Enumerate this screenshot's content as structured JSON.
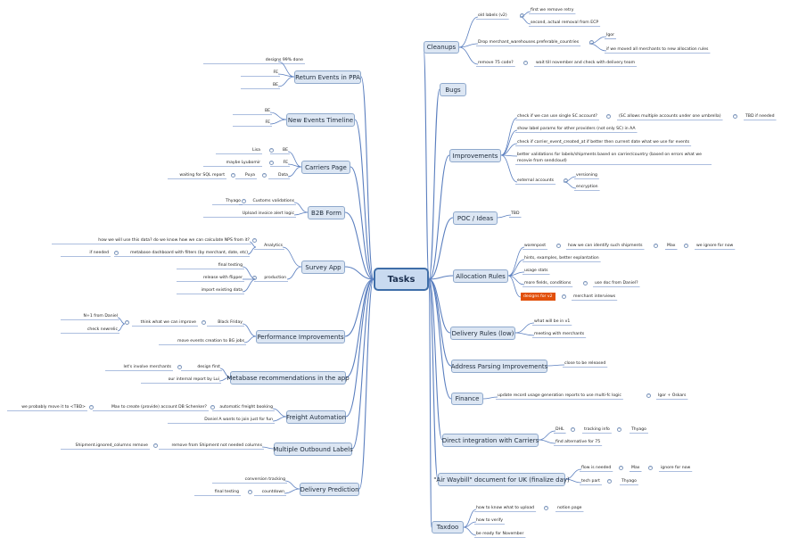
{
  "central": "Tasks",
  "branches": {
    "cleanups": "Cleanups",
    "bugs": "Bugs",
    "improvements": "Improvements",
    "poc": "POC / Ideas",
    "allocation": "Allocation Rules",
    "delivery_rules": "Delivery Rules (low)",
    "address": "Address Parsing Improvements",
    "finance": "Finance",
    "direct": "Direct integration with Carriers",
    "awb": "\"Air Waybill\" document for UK (finalize day)",
    "taxdoo": "Taxdoo",
    "return_events": "Return Events in PPA",
    "new_events": "New Events Timeline",
    "carriers_page": "Carriers Page",
    "b2b": "B2B Form",
    "survey": "Survey App",
    "performance": "Performance Improvements",
    "metabase": "Metabase recommendations in the app",
    "freight": "Freight Automation",
    "outbound": "Multiple Outbound Labels",
    "delivery_pred": "Delivery Prediction"
  },
  "right": {
    "old_labels": "old labels (v2)",
    "first_remove_retry": "first we remove retry",
    "second_removal": "second, actual removal from ECP",
    "drop_merchant": "Drop merchant_warehouses.preferable_countries",
    "igor": "Igor",
    "if_moved": "if we moved all merchants to new allocation rules",
    "remove_75": "remove 75 code?",
    "wait_till": "wait till november and check with delivery team",
    "check_single_sc": "check if we can use single SC account?",
    "sc_allows": "(SC allows multiple accounts under one umbrella)",
    "tbd_if_needed": "TBD if needed",
    "show_label_params": "show label params for other providers (not only SC) in AA",
    "check_carrier_event": "check if carrier_event_created_at if better then current date what we use for events",
    "better_validations": "better validations for labels/shipments based on carrier/country (based on errors what we recevie from sendcloud)",
    "external_accounts": "external accounts",
    "versioning": "versioning",
    "encryption": "encryption",
    "tbd": "TBD",
    "warenpost": "warenpost",
    "how_identify": "how we can identify such shipments",
    "max1": "Max",
    "we_ignore": "we ignore for now",
    "hints": "hints, examples, better explantation",
    "usage_stats": "usage stats",
    "more_fields": "more fields, conditions",
    "use_doc_daniel": "use doc from Daniel?",
    "designs_v2": "designs for v2",
    "merchant_interviews": "merchant interviews",
    "what_in_v1": "what will be in v1",
    "meeting_merchants": "meeting with merchants",
    "close_released": "close to be released",
    "update_record": "update record usage generation reports to use multi-fc logic",
    "igor_oskars": "Igor + Oskars",
    "dhl": "DHL",
    "tracking_info": "tracking info",
    "thyago1": "Thyago",
    "find_alt_75": "find alternative for 75",
    "flow_needed": "flow is needed",
    "max2": "Max",
    "ignore_now": "ignore for now",
    "tech_part": "tech part",
    "thyago2": "Thyago",
    "how_to_know": "how to know what to upload",
    "notion_page": "notion page",
    "how_verify": "how to verify",
    "be_ready": "be ready for November"
  },
  "left": {
    "designs_99": "designs 99% done",
    "fe1": "FE",
    "be1": "BE",
    "be2": "BE",
    "fe2": "FE",
    "lisa": "Lisa",
    "be3": "BE",
    "maybe_lyubomir": "maybe Lyubomir",
    "fe3": "FE",
    "waiting_sql": "waiting for SQL report",
    "puya": "Puya",
    "data": "Data",
    "thyago3": "Thyago",
    "customs": "Customs validations",
    "upload_invoice": "Upload invoice alert logic",
    "how_use_data": "how we will use this data? do we know how we can calculate NPS from it?",
    "analytics": "Analytics",
    "if_needed": "if needed",
    "metabase_dash": "metabase dashboard with filters (by merchant, date, etc)",
    "final_testing1": "final testing",
    "release_flipper": "release with flipper",
    "production": "production",
    "import_data": "import existing data",
    "n1_daniel": "N+1 from Daniel",
    "think_improve": "think what we can improve",
    "black_friday": "Black Friday",
    "check_newrelic": "check newrelic",
    "move_events": "move events creation to BG jobs",
    "lets_involve": "let's involve merchants",
    "design_first": "design first",
    "internal_report": "our internal report by Lui",
    "probably_move": "we probably move it to <TBD>",
    "max_create": "Max to create (provide) account DB Schenker?",
    "auto_freight": "automatic freight booking",
    "daniel_join": "Daniel A wants to join just for fun",
    "ignored_columns": "Shipment.ignored_columns remove",
    "remove_columns": "remove from Shipment not needed columns",
    "conversion": "conversion tracking",
    "final_testing2": "final testing",
    "countdown": "countdown"
  },
  "colors": {
    "lines": "#5b7fbf",
    "topic_fill": "#dce6f3",
    "topic_border": "#8fa9cc",
    "highlight": "#e2500b"
  }
}
